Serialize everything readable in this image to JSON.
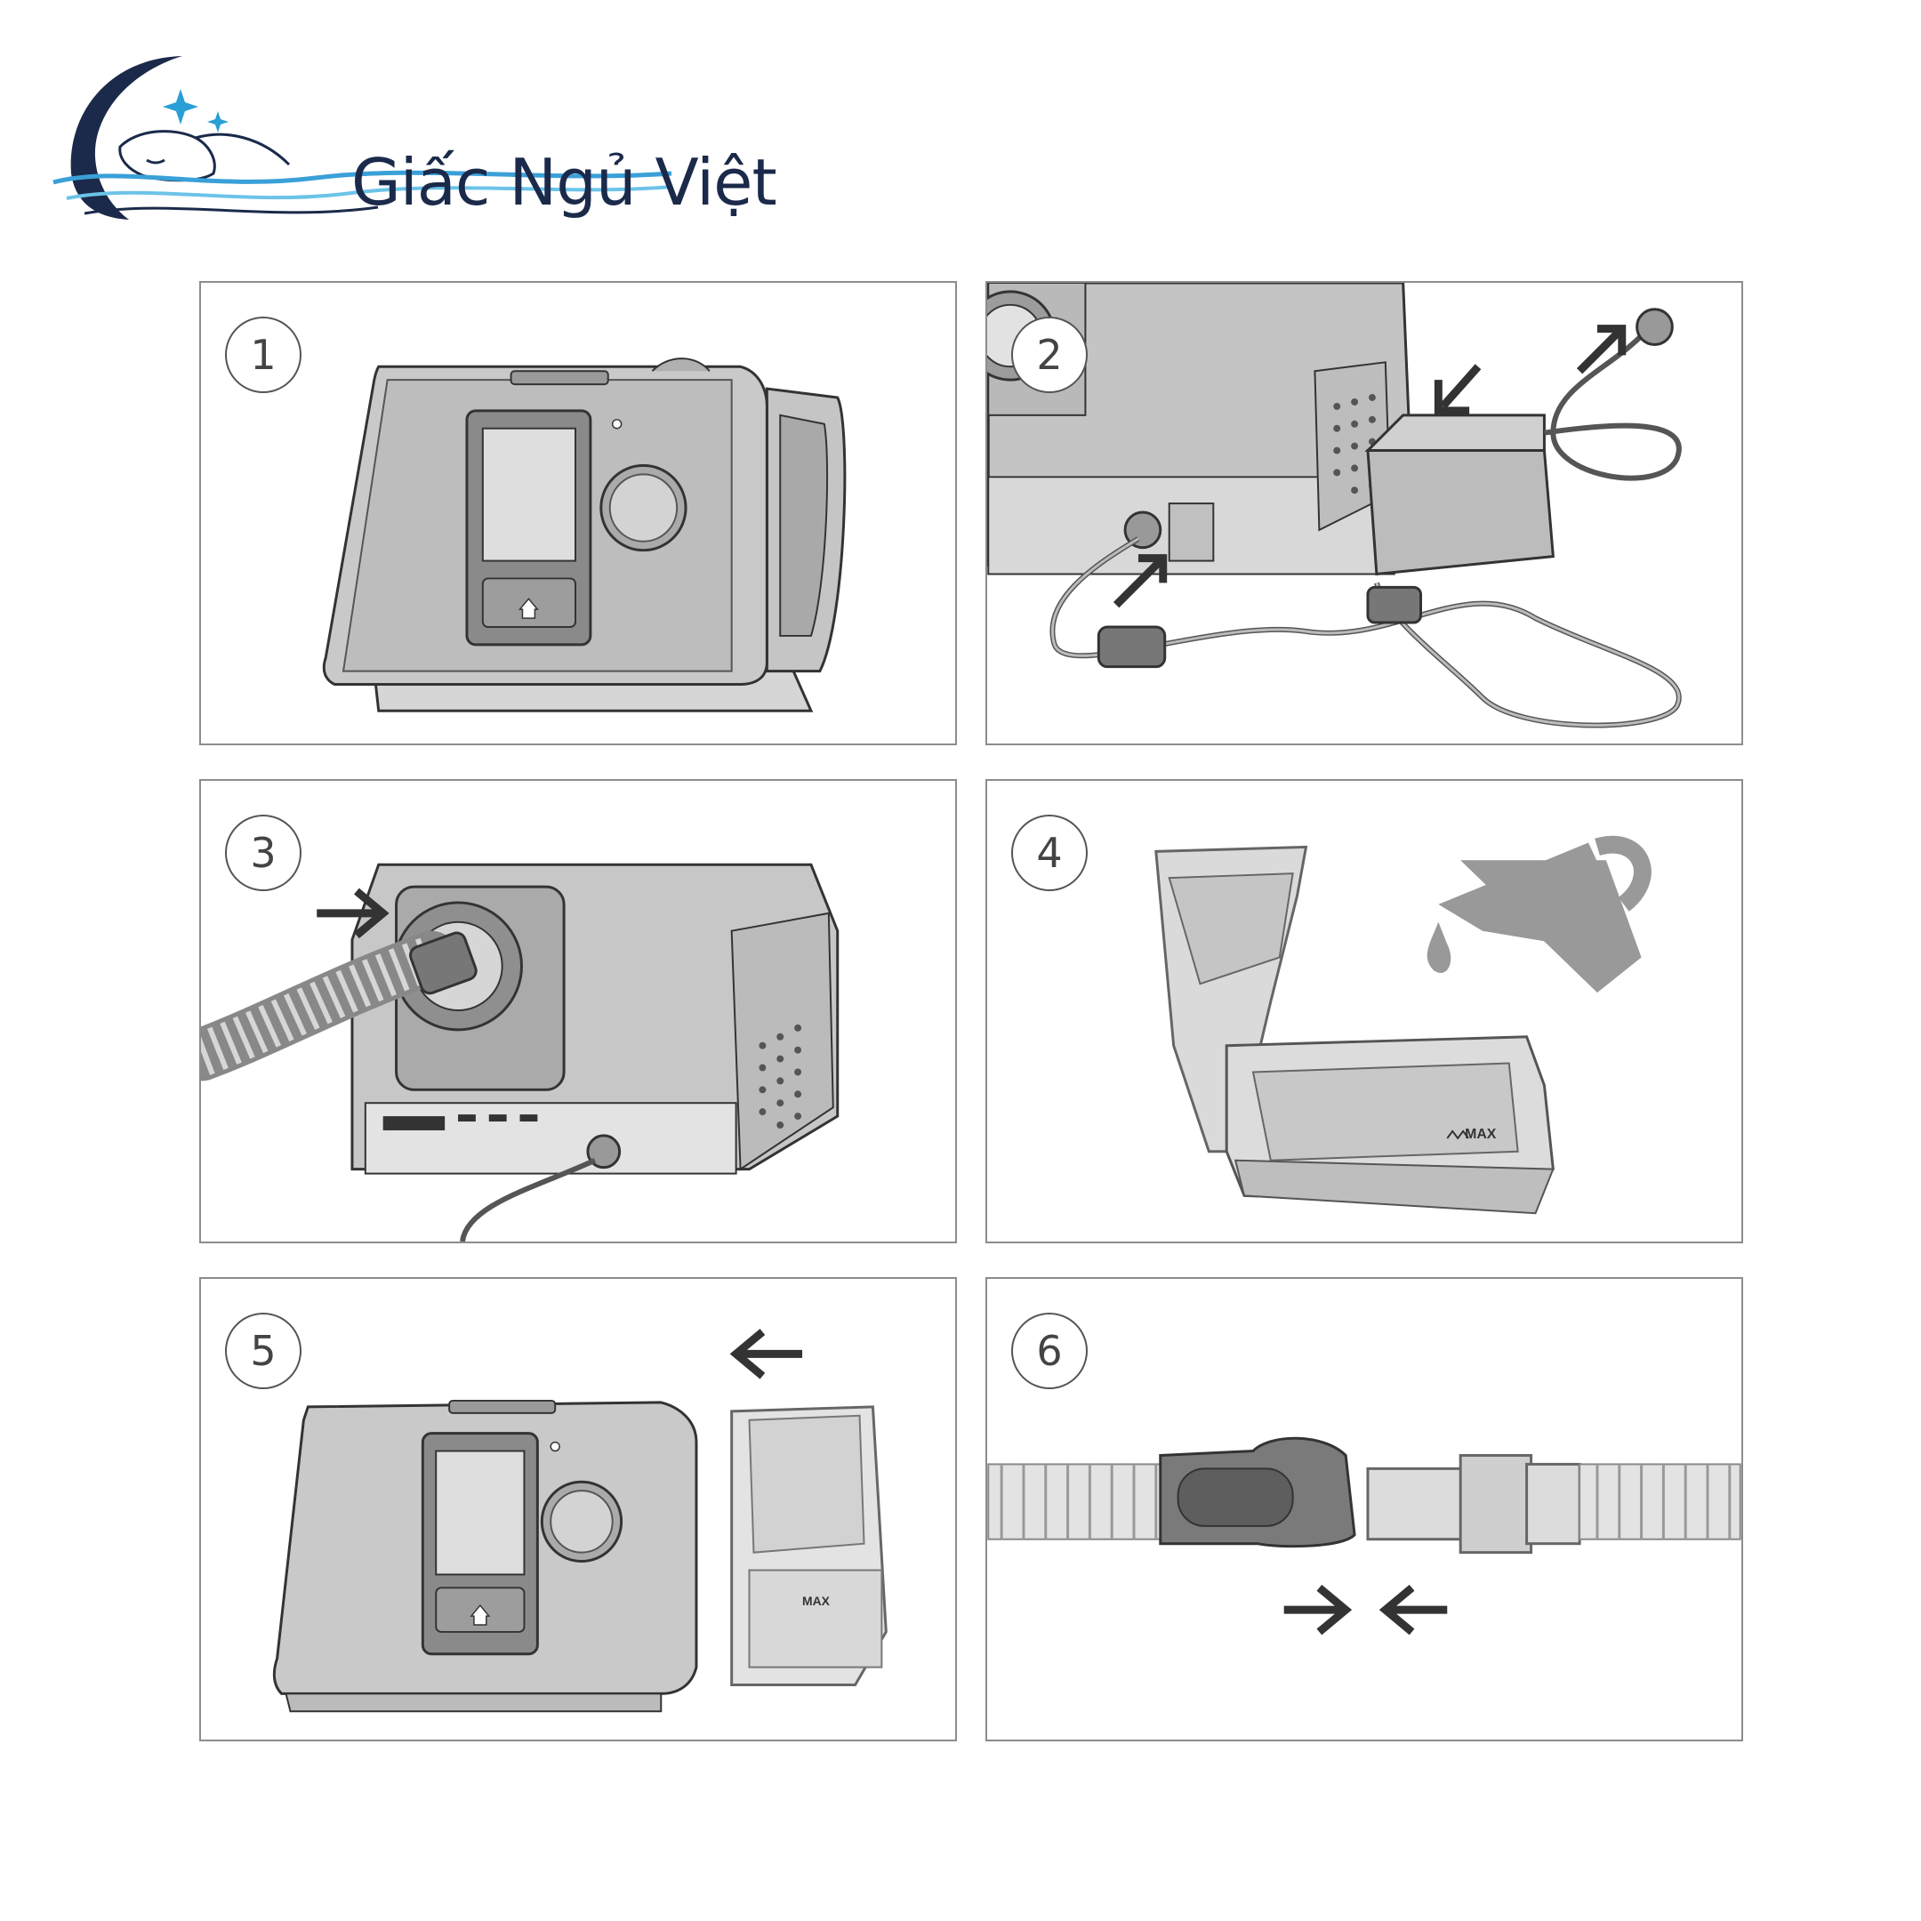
{
  "brand": {
    "name": "Giấc Ngủ Việt",
    "colors": {
      "navy": "#1b2a4a",
      "wave": "#3aa0d8",
      "star": "#2a9fd6"
    }
  },
  "steps": [
    {
      "number": "1",
      "content": "device-front-view"
    },
    {
      "number": "2",
      "content": "power-supply-connection"
    },
    {
      "number": "3",
      "content": "air-tubing-connection"
    },
    {
      "number": "4",
      "content": "fill-water-tub"
    },
    {
      "number": "5",
      "content": "insert-water-tub"
    },
    {
      "number": "6",
      "content": "connect-tube-to-mask"
    }
  ],
  "labels": {
    "tub_max": "MAX"
  }
}
